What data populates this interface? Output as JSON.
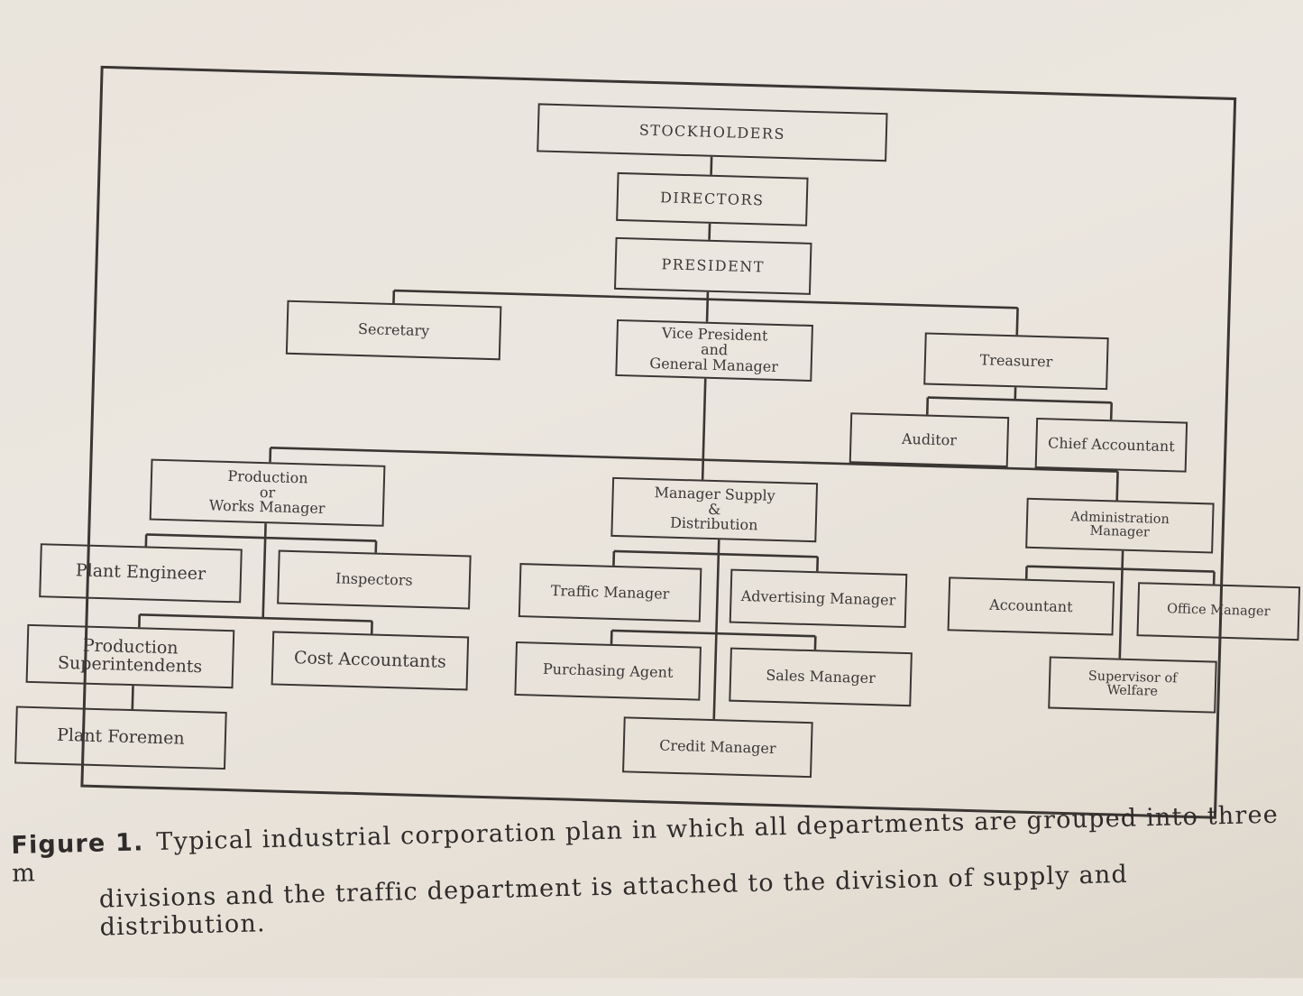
{
  "org_chart": {
    "stockholders": "STOCKHOLDERS",
    "directors": "DIRECTORS",
    "president": "PRESIDENT",
    "secretary": "Secretary",
    "vice_president": [
      "Vice President",
      "and",
      "General Manager"
    ],
    "treasurer": "Treasurer",
    "auditor": "Auditor",
    "chief_accountant": "Chief Accountant",
    "production_manager": [
      "Production",
      "or",
      "Works Manager"
    ],
    "manager_supply": [
      "Manager Supply",
      "&",
      "Distribution"
    ],
    "administration_manager": [
      "Administration",
      "Manager"
    ],
    "plant_engineer": "Plant Engineer",
    "inspectors": "Inspectors",
    "production_superintendents": [
      "Production",
      "Superintendents"
    ],
    "cost_accountants": "Cost Accountants",
    "plant_foremen": "Plant Foremen",
    "traffic_manager": "Traffic Manager",
    "advertising_manager": "Advertising Manager",
    "purchasing_agent": "Purchasing Agent",
    "sales_manager": "Sales Manager",
    "credit_manager": "Credit Manager",
    "accountant": "Accountant",
    "office_manager": "Office Manager",
    "supervisor_welfare": [
      "Supervisor of",
      "Welfare"
    ]
  },
  "caption": {
    "label": "Figure 1.",
    "line1": "Typical industrial corporation plan in which all departments are grouped into three m",
    "line2": "divisions and the traffic department is attached to the division of supply and distribution."
  }
}
